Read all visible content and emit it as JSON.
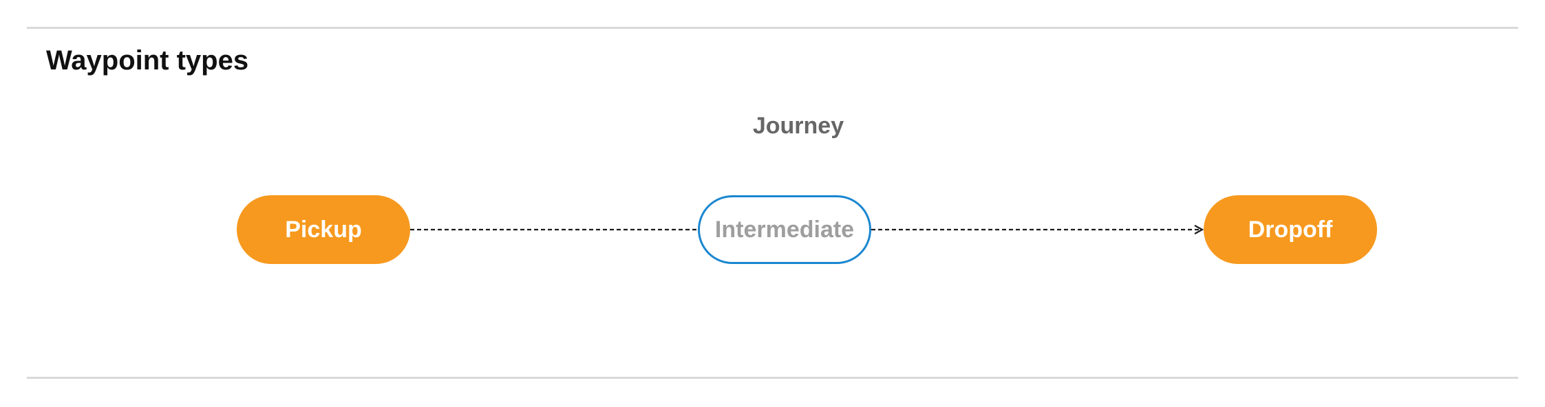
{
  "title": "Waypoint types",
  "diagram": {
    "group_label": "Journey",
    "nodes": [
      {
        "id": "pickup",
        "label": "Pickup",
        "style": "filled"
      },
      {
        "id": "intermediate",
        "label": "Intermediate",
        "style": "outlined"
      },
      {
        "id": "dropoff",
        "label": "Dropoff",
        "style": "filled"
      }
    ],
    "edges": [
      {
        "from": "pickup",
        "to": "intermediate",
        "line": "dashed",
        "arrowhead": false
      },
      {
        "from": "intermediate",
        "to": "dropoff",
        "line": "dashed",
        "arrowhead": true
      }
    ]
  },
  "colors": {
    "filled_node": "#f7991e",
    "filled_text": "#ffffff",
    "outline_border": "#1a86d0",
    "outline_text": "#9e9e9e",
    "group_label": "#666666",
    "heading": "#111111",
    "rule": "#d9d9d9",
    "edge": "#1a1a1a"
  }
}
